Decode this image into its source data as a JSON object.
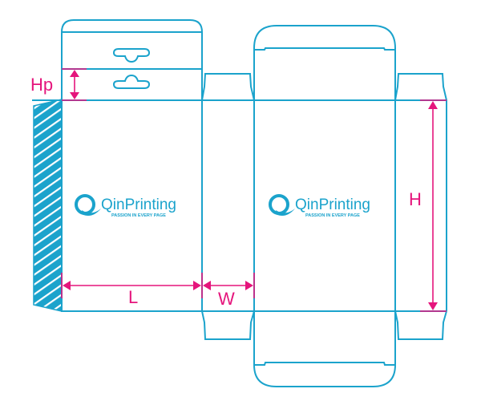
{
  "diagram": {
    "type": "box-dieline",
    "labels": {
      "hanger_height": "Hp",
      "length": "L",
      "width": "W",
      "height": "H"
    },
    "brand": {
      "name": "QinPrinting",
      "tagline": "PASSION IN EVERY PAGE"
    },
    "colors": {
      "cut_line": "#1ba3cc",
      "dimension": "#e5157c"
    }
  }
}
